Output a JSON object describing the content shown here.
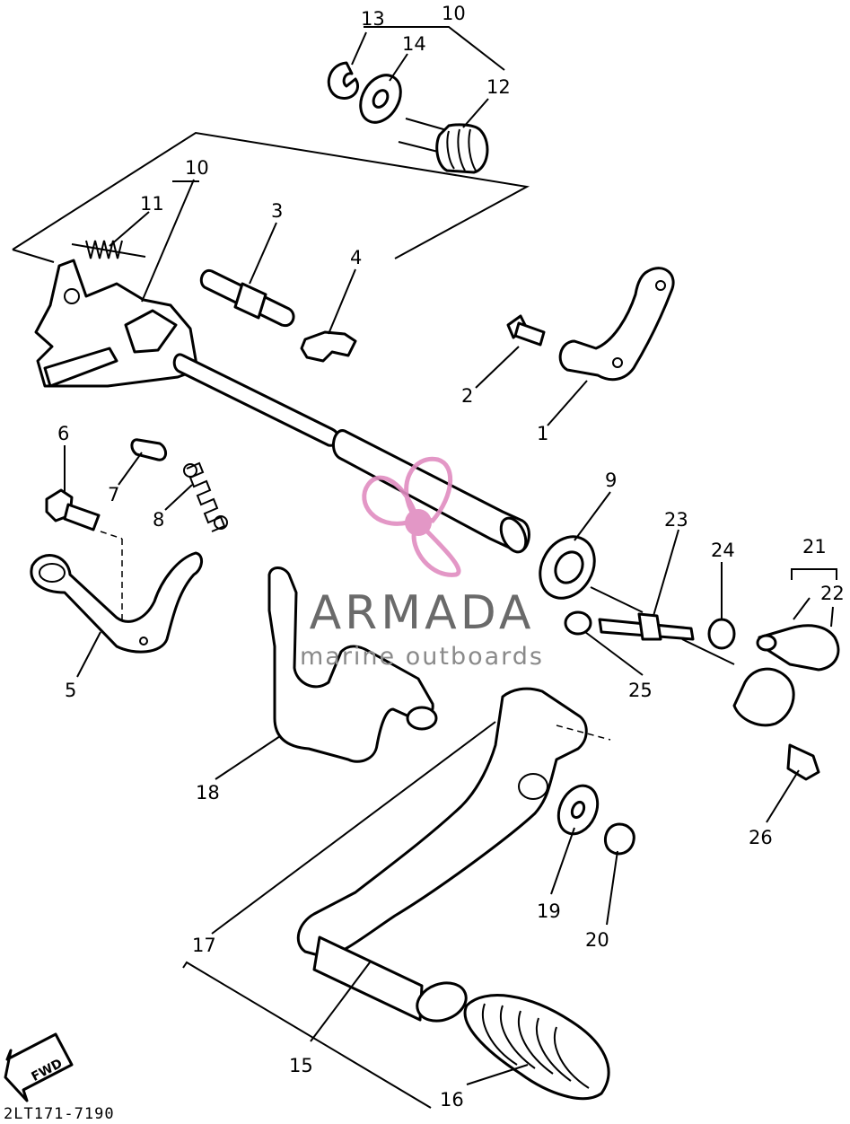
{
  "diagram": {
    "drawing_code": "2LT171-7190",
    "callouts": [
      "1",
      "2",
      "3",
      "4",
      "5",
      "6",
      "7",
      "8",
      "9",
      "10",
      "10",
      "11",
      "12",
      "13",
      "14",
      "15",
      "16",
      "17",
      "18",
      "19",
      "20",
      "21",
      "22",
      "23",
      "24",
      "25",
      "26"
    ],
    "direction_badge": "FWD"
  },
  "watermark": {
    "title": "ARMADA",
    "subtitle": "marine outboards",
    "accent_color": "#e08cc0"
  }
}
